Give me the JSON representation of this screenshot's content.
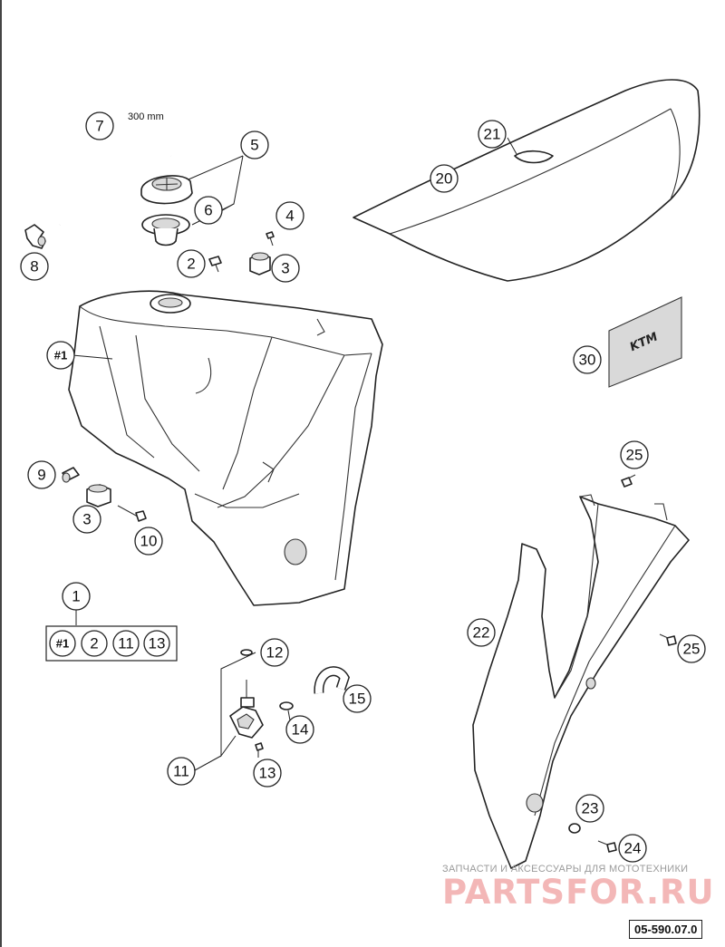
{
  "annotation": {
    "hose_length": "300 mm"
  },
  "callouts": {
    "c1": "1",
    "c2": "2",
    "c3": "3",
    "c3b": "3",
    "c4": "4",
    "c5": "5",
    "c6": "6",
    "c7": "7",
    "c8": "8",
    "c9": "9",
    "c10": "10",
    "c11": "11",
    "c12": "12",
    "c13": "13",
    "c14": "14",
    "c15": "15",
    "c20": "20",
    "c21": "21",
    "c22": "22",
    "c23": "23",
    "c24": "24",
    "c25a": "25",
    "c25b": "25",
    "c30": "30",
    "tank": "#1"
  },
  "kit": {
    "items": [
      "#1",
      "2",
      "11",
      "13"
    ]
  },
  "decal": {
    "brand": "KTM"
  },
  "watermark": {
    "caption": "ЗАПЧАСТИ И АКСЕССУАРЫ ДЛЯ МОТОТЕХНИКИ",
    "site": "PARTSFOR.RU",
    "color": "#f3b7b7"
  },
  "drawing_number": "05-590.07.0"
}
